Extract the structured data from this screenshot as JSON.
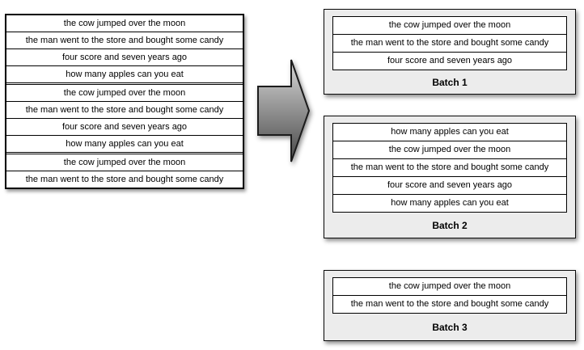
{
  "source_list": {
    "rows": [
      "the cow jumped over the moon",
      "the man went to the store and bought some candy",
      "four score and seven years ago",
      "how many apples can you eat",
      "the cow jumped over the moon",
      "the man went to the store and bought some candy",
      "four score and seven years ago",
      "how many apples can you eat",
      "the cow jumped over the moon",
      "the man went to the store and bought some candy"
    ],
    "group_breaks_after": [
      4,
      8
    ]
  },
  "arrow": {
    "direction": "right",
    "fill_top": "#d8d8d8",
    "fill_bottom": "#484848",
    "outline": "#1c1c1c"
  },
  "batches": [
    {
      "label": "Batch 1",
      "rows": [
        "the cow jumped over the moon",
        "the man went to the store and bought some candy",
        "four score and seven years ago"
      ]
    },
    {
      "label": "Batch 2",
      "rows": [
        "how many apples can you eat",
        "the cow jumped over the moon",
        "the man went to the store and bought some candy",
        "four score and seven years ago",
        "how many apples can you eat"
      ]
    },
    {
      "label": "Batch 3",
      "rows": [
        "the cow jumped over the moon",
        "the man went to the store and bought some candy"
      ]
    }
  ],
  "colors": {
    "batch_box_bg": "#ececec",
    "table_bg": "#ffffff",
    "border": "#000000",
    "text": "#000000"
  }
}
